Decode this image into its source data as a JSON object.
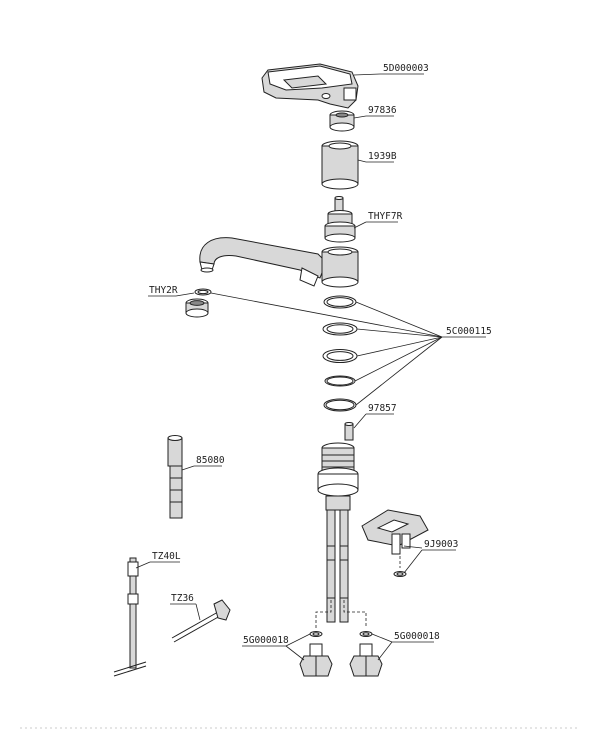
{
  "labels": {
    "handle": "5D000003",
    "cap": "97836",
    "cover": "1939B",
    "cartridge": "THYF7R",
    "aerator": "THY2R",
    "orings": "5C000115",
    "pin": "97857",
    "spanner": "85080",
    "bracket": "9J9003",
    "tool_tz40": "TZ40L",
    "tool_tz36": "TZ36",
    "hose_left": "5G000018",
    "hose_right": "5G000018"
  },
  "colors": {
    "line": "#222222",
    "background": "#ffffff",
    "shade": "#d8d8d8"
  }
}
